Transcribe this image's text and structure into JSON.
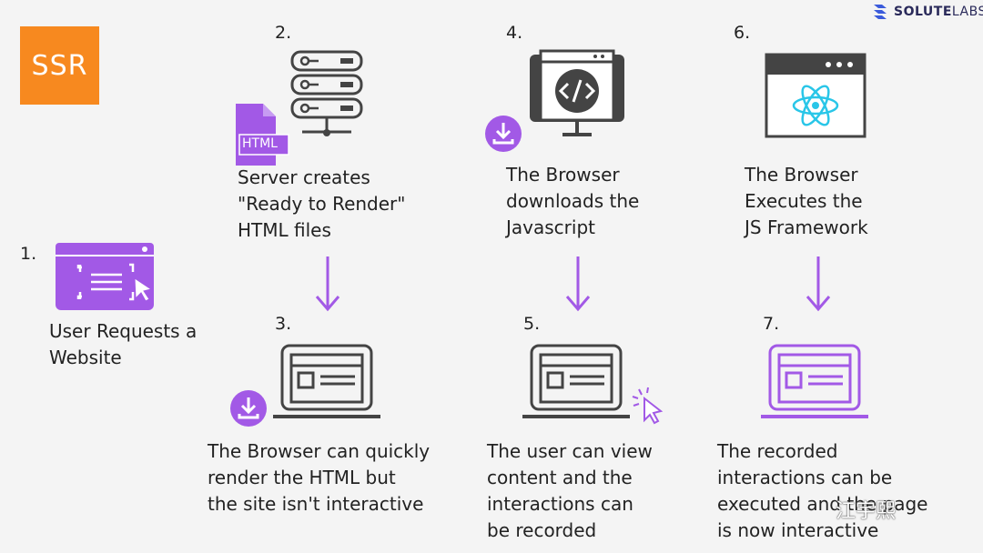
{
  "header": {
    "ssr_label": "SSR",
    "brand_bold": "SOLUTE",
    "brand_light": "LABS"
  },
  "steps": [
    {
      "number": "1.",
      "text": [
        "User Requests a",
        "Website"
      ]
    },
    {
      "number": "2.",
      "text": [
        "Server creates",
        "\"Ready to Render\"",
        "HTML files"
      ],
      "badge": "HTML"
    },
    {
      "number": "3.",
      "text": [
        "The Browser can quickly",
        "render the HTML but",
        "the site isn't interactive"
      ]
    },
    {
      "number": "4.",
      "text": [
        "The Browser",
        "downloads the",
        "Javascript"
      ]
    },
    {
      "number": "5.",
      "text": [
        "The user can view",
        "content and the",
        "interactions can",
        "be recorded"
      ]
    },
    {
      "number": "6.",
      "text": [
        "The Browser",
        "Executes the",
        "JS Framework"
      ]
    },
    {
      "number": "7.",
      "text": [
        "The recorded",
        "interactions can be",
        "executed and the page",
        "is now interactive"
      ]
    }
  ],
  "watermark": "江宇熙",
  "colors": {
    "accent_orange": "#f7891f",
    "accent_purple": "#a259e6",
    "icon_dark": "#444444",
    "brand": "#2a2a5a"
  }
}
